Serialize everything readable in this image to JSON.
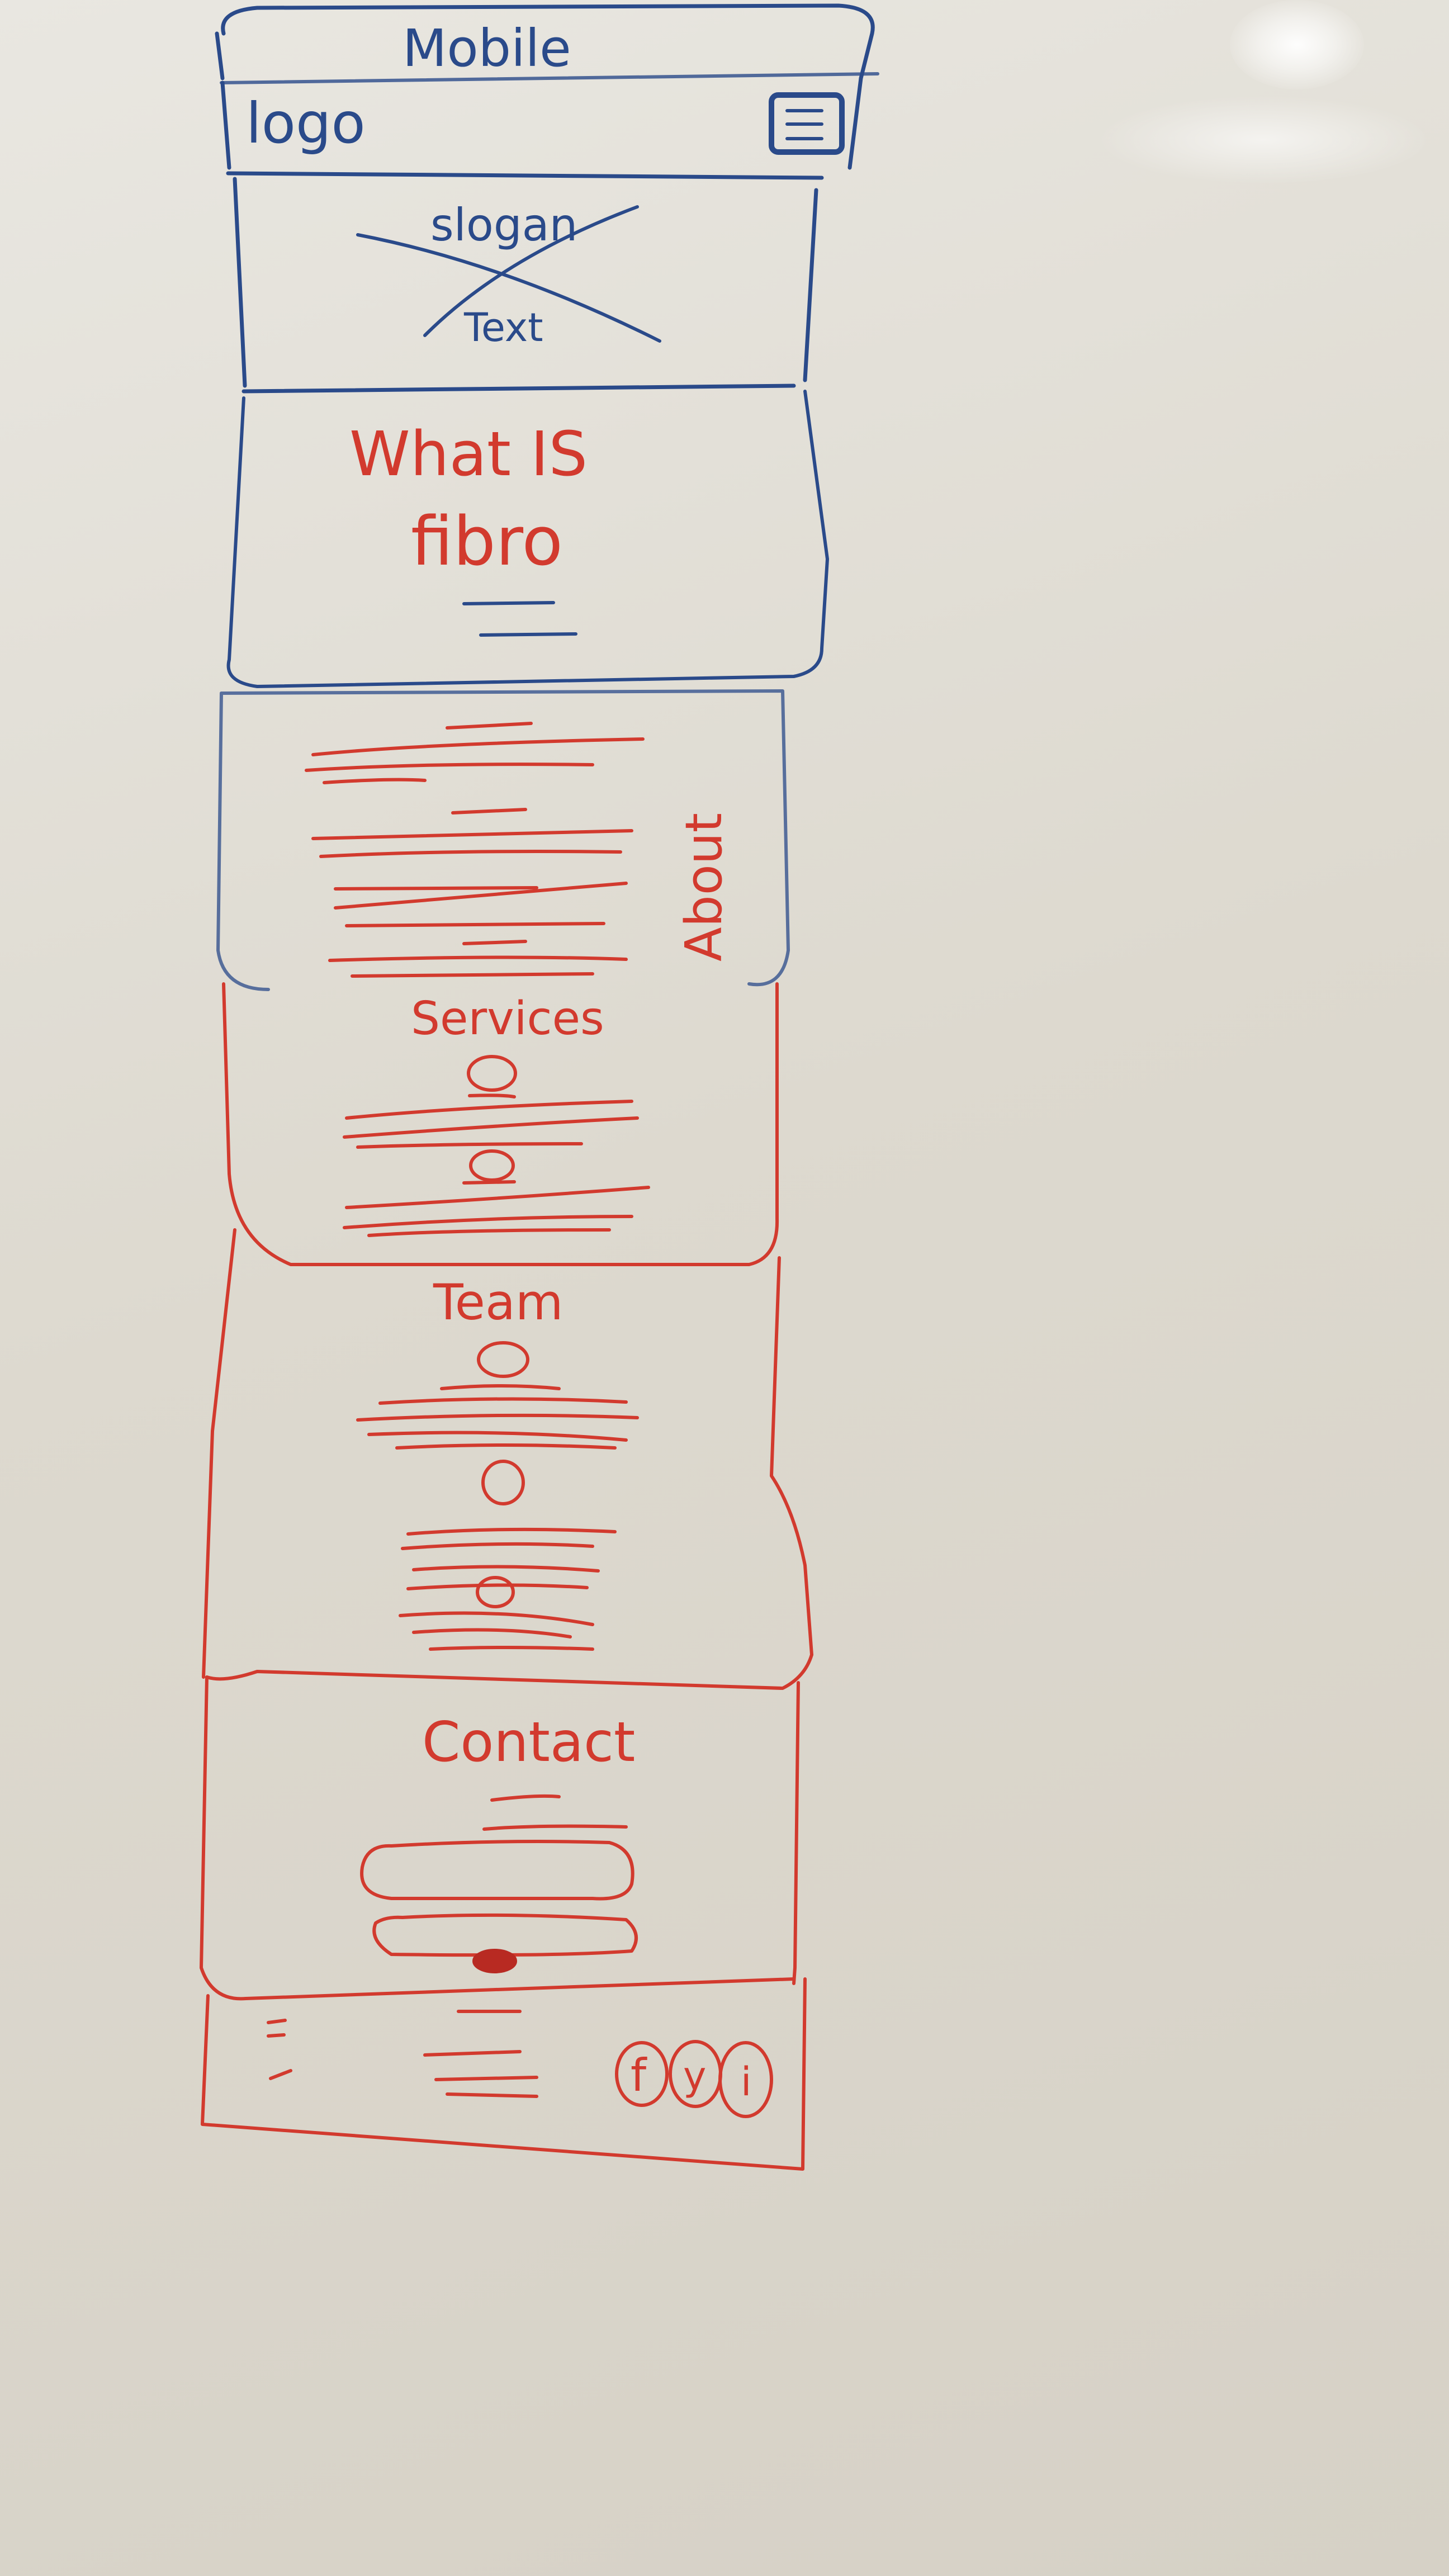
{
  "colors": {
    "board": "#e2dfd7",
    "blue_marker": "#2a4a8a",
    "red_marker": "#d23a2e"
  },
  "sketch": {
    "title": "Mobile",
    "header": {
      "logo": "logo",
      "menu_icon": "hamburger-menu-icon"
    },
    "hero": {
      "slogan": "slogan",
      "text": "Text",
      "crossed_out": true
    },
    "sections": [
      {
        "id": "what-is",
        "title_line1": "What IS",
        "title_line2": "fibro"
      },
      {
        "id": "about",
        "side_label": "About"
      },
      {
        "id": "services",
        "title": "Services"
      },
      {
        "id": "team",
        "title": "Team"
      },
      {
        "id": "contact",
        "title": "Contact"
      },
      {
        "id": "footer",
        "social_icons": [
          "f",
          "y",
          "i"
        ]
      }
    ]
  }
}
